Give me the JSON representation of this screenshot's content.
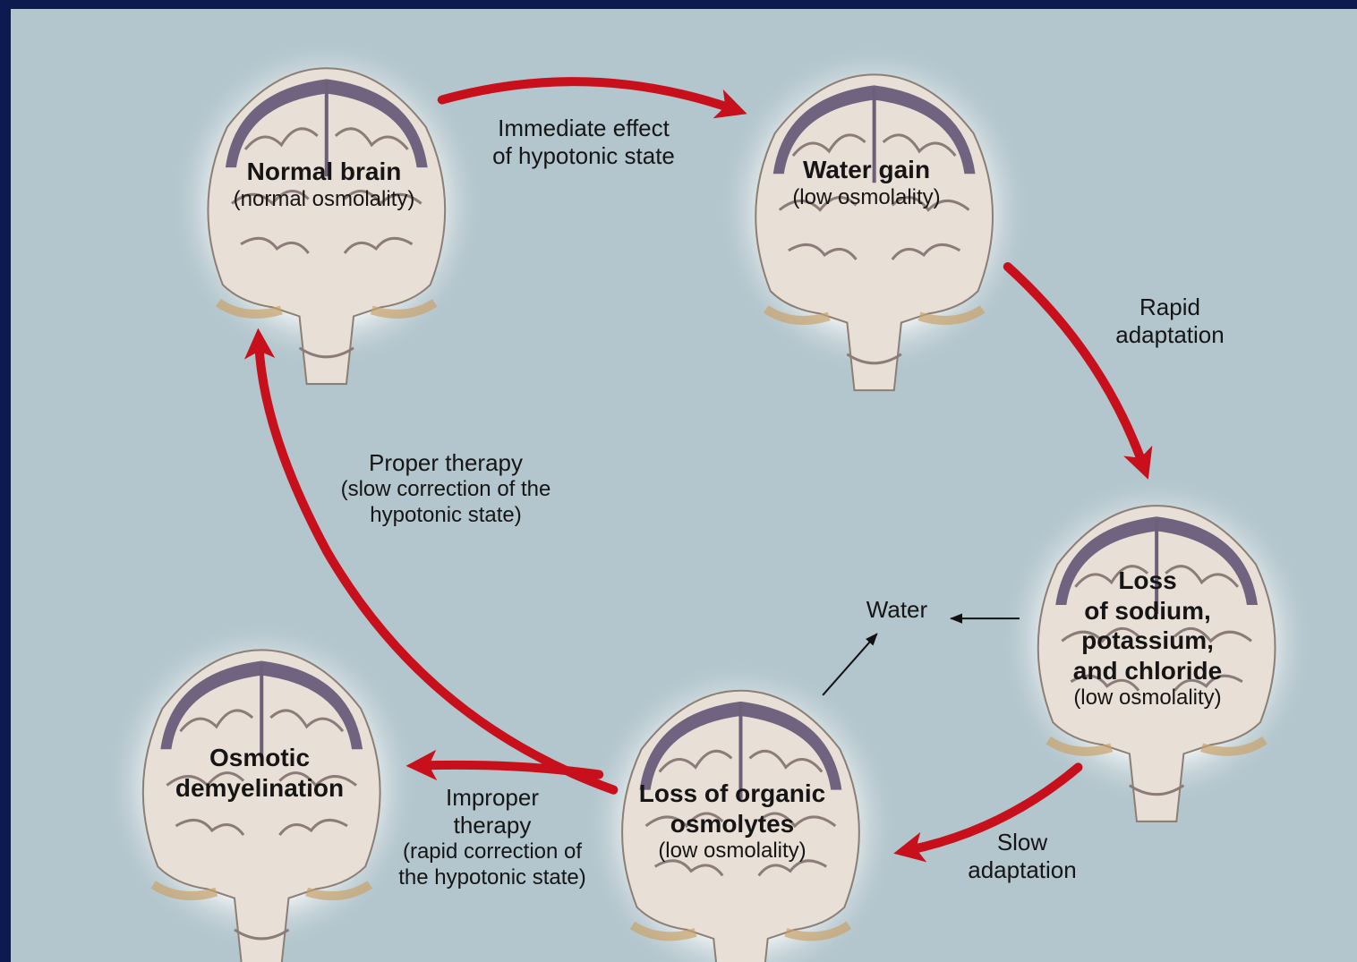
{
  "colors": {
    "background": "#0c1a4f",
    "panel": "#b3c6cd",
    "arrow": "#c8101c",
    "brain": "#e8dfd6",
    "ventricle_fluid": "#5a4e70"
  },
  "brains": {
    "normal": {
      "title": "Normal brain",
      "sub": "(normal osmolality)"
    },
    "water_gain": {
      "title": "Water gain",
      "sub": "(low osmolality)"
    },
    "loss_ions": {
      "title1": "Loss",
      "title2": "of sodium,",
      "title3": "potassium,",
      "title4": "and chloride",
      "sub": "(low osmolality)"
    },
    "loss_organic": {
      "title1": "Loss of organic",
      "title2": "osmolytes",
      "sub": "(low osmolality)"
    },
    "demyelination": {
      "title1": "Osmotic",
      "title2": "demyelination"
    }
  },
  "transitions": {
    "immediate": {
      "line1": "Immediate effect",
      "line2": "of hypotonic state"
    },
    "rapid": {
      "line1": "Rapid",
      "line2": "adaptation"
    },
    "slow": {
      "line1": "Slow",
      "line2": "adaptation"
    },
    "proper": {
      "line1": "Proper therapy",
      "line2": "(slow correction of the",
      "line3": "hypotonic state)"
    },
    "improper": {
      "line1": "Improper",
      "line2": "therapy",
      "line3": "(rapid correction of",
      "line4": "the hypotonic state)"
    },
    "water": "Water"
  }
}
